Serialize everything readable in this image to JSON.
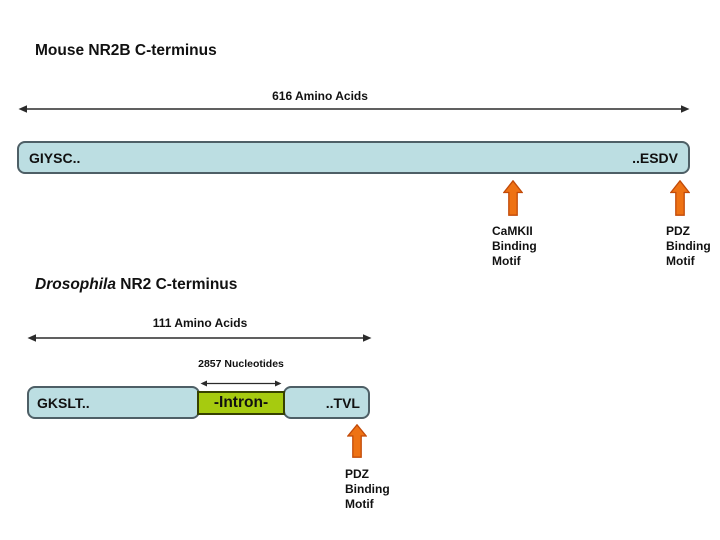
{
  "colors": {
    "bar_fill": "#BCDEE2",
    "bar_border": "#4E5F66",
    "intron_fill": "#A6CB0F",
    "intron_border": "#364100",
    "arrow_fill": "#EE7214",
    "arrow_stroke": "#C24A08",
    "measure_line": "#2B2B2B",
    "text": "#111111",
    "background": "#FFFFFF"
  },
  "mouse": {
    "title": "Mouse NR2B C-terminus",
    "length_label": "616 Amino Acids",
    "bar": {
      "left_sequence": "GIYSC..",
      "right_sequence": "..ESDV"
    },
    "motifs": [
      {
        "label": "CaMKII\nBinding\nMotif"
      },
      {
        "label": "PDZ\nBinding\nMotif"
      }
    ]
  },
  "drosophila": {
    "title_italic": "Drosophila",
    "title_rest": " NR2 C-terminus",
    "length_label": "111 Amino Acids",
    "nucleotides_label": "2857 Nucleotides",
    "bar": {
      "left_sequence": "GKSLT..",
      "intron_label": "-Intron-",
      "right_sequence": "..TVL"
    },
    "motif": {
      "label": "PDZ\nBinding\nMotif"
    }
  }
}
